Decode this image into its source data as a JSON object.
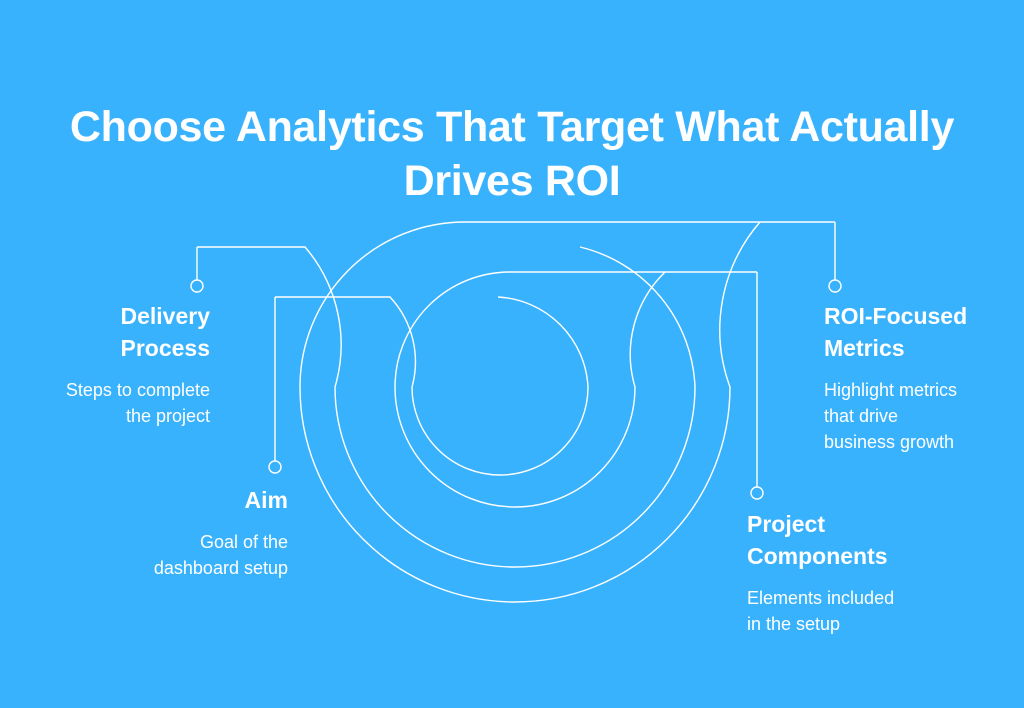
{
  "title": {
    "line1": "Choose Analytics That Target What Actually",
    "line2": "Drives ROI"
  },
  "items": [
    {
      "id": "delivery-process",
      "heading": [
        "Delivery",
        "Process"
      ],
      "description": [
        "Steps to complete",
        "the project"
      ]
    },
    {
      "id": "aim",
      "heading": [
        "Aim"
      ],
      "description": [
        "Goal of the",
        "dashboard setup"
      ]
    },
    {
      "id": "project-components",
      "heading": [
        "Project",
        "Components"
      ],
      "description": [
        "Elements included",
        "in the setup"
      ]
    },
    {
      "id": "roi-focused-metrics",
      "heading": [
        "ROI-Focused",
        "Metrics"
      ],
      "description": [
        "Highlight metrics",
        "that drive",
        "business growth"
      ]
    }
  ],
  "colors": {
    "background": "#39b2fd",
    "foreground": "#ffffff"
  }
}
